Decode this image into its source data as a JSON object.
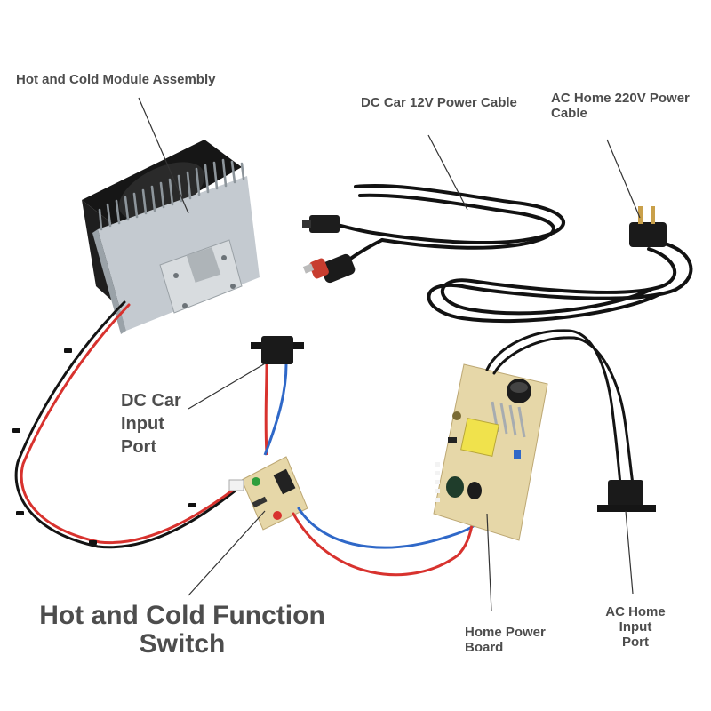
{
  "labels": {
    "module": "Hot and Cold Module Assembly",
    "dc_cable": "DC Car 12V Power Cable",
    "ac_cable_line1": "AC Home 220V Power",
    "ac_cable_line2": "Cable",
    "dc_port_line1": "DC Car",
    "dc_port_line2": "Input",
    "dc_port_line3": "Port",
    "switch_line1": "Hot and Cold Function",
    "switch_line2": "Switch",
    "power_board_line1": "Home Power",
    "power_board_line2": "Board",
    "ac_port_line1": "AC Home",
    "ac_port_line2": "Input",
    "ac_port_line3": "Port"
  },
  "colors": {
    "label_text": "#4d4d4d",
    "leader_line": "#333333",
    "wire_red": "#d8322e",
    "wire_blue": "#2f68c8",
    "wire_black": "#141414",
    "pcb": "#e6d7a8",
    "heatsink": "#bfc6cc"
  }
}
